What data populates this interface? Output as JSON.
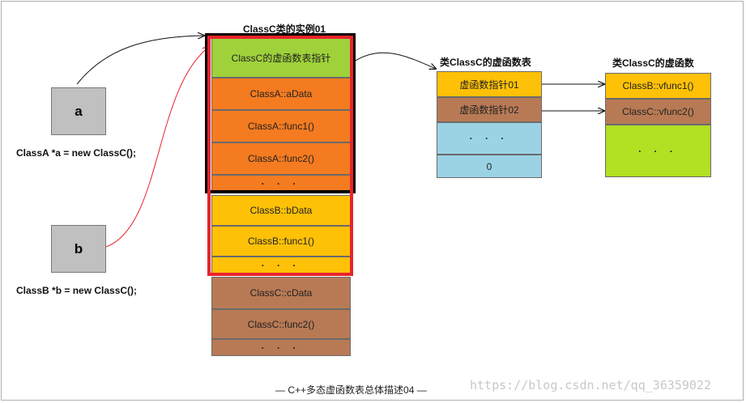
{
  "diagram": {
    "instance_title": "ClassC类的实例01",
    "vtable_title": "类ClassC的虚函数表",
    "vfuncs_title": "类ClassC的虚函数",
    "ptr_a": {
      "label": "a",
      "code": "ClassA *a = new ClassC();"
    },
    "ptr_b": {
      "label": "b",
      "code": "ClassB *b = new ClassC();"
    },
    "instance_cells": [
      "ClassC的虚函数表指针",
      "ClassA::aData",
      "ClassA::func1()",
      "ClassA::func2()",
      "· · ·",
      "ClassB::bData",
      "ClassB::func1()",
      "· · ·",
      "ClassC::cData",
      "ClassC::func2()",
      "· · ·"
    ],
    "vtable_cells": [
      "虚函数指针01",
      "虚函数指针02",
      "· · ·",
      "0"
    ],
    "vfunc_cells": [
      "ClassB::vfunc1()",
      "ClassC::vfunc2()",
      "· · ·"
    ],
    "caption": "—  C++多态虚函数表总体描述04  —",
    "watermark": "https://blog.csdn.net/qq_36359022"
  },
  "colors": {
    "vptr": "#9fd23a",
    "classA": "#f47b20",
    "classB": "#ffc107",
    "classC": "#b87a55",
    "vtable_tail": "#9bd3e5",
    "vfunc_tail": "#b2e022",
    "highlight_black": "#000000",
    "highlight_red": "#e8242b"
  }
}
